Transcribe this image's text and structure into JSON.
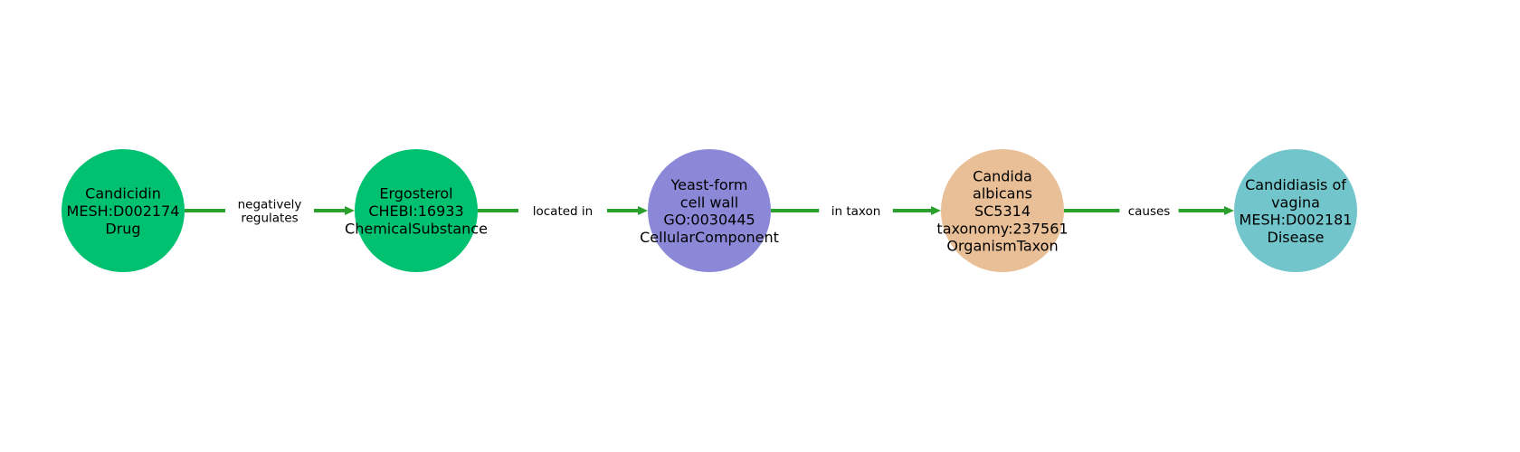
{
  "graph": {
    "edge_color": "#2ca02c",
    "nodes": [
      {
        "id": "n0",
        "lines": [
          "Candicidin",
          "MESH:D002174",
          "Drug"
        ],
        "color": "#00c170"
      },
      {
        "id": "n1",
        "lines": [
          "Ergosterol",
          "CHEBI:16933",
          "ChemicalSubstance"
        ],
        "color": "#00c170"
      },
      {
        "id": "n2",
        "lines": [
          "Yeast-form",
          "cell wall",
          "GO:0030445",
          "CellularComponent"
        ],
        "color": "#8b88d8"
      },
      {
        "id": "n3",
        "lines": [
          "Candida",
          "albicans",
          "SC5314",
          "taxonomy:237561",
          "OrganismTaxon"
        ],
        "color": "#e8bf96"
      },
      {
        "id": "n4",
        "lines": [
          "Candidiasis of",
          "vagina",
          "MESH:D002181",
          "Disease"
        ],
        "color": "#72c6cb"
      }
    ],
    "edges": [
      {
        "source": "n0",
        "target": "n1",
        "lines": [
          "negatively",
          "regulates"
        ]
      },
      {
        "source": "n1",
        "target": "n2",
        "lines": [
          "located in"
        ]
      },
      {
        "source": "n2",
        "target": "n3",
        "lines": [
          "in taxon"
        ]
      },
      {
        "source": "n3",
        "target": "n4",
        "lines": [
          "causes"
        ]
      }
    ]
  }
}
